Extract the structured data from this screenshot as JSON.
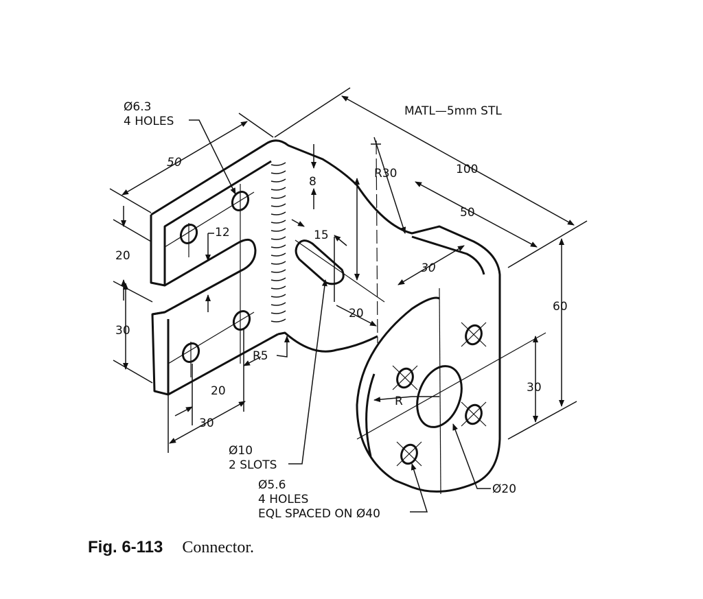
{
  "labels": {
    "material": "MATL—5mm STL",
    "holes_top_dia": "Ø6.3",
    "holes_top_count": "4 HOLES",
    "dim_100": "100",
    "dim_50_top": "50",
    "dim_50_right": "50",
    "dim_60": "60",
    "dim_30_right": "30",
    "dim_r30": "R30",
    "dim_8": "8",
    "dim_15": "15",
    "dim_12": "12",
    "dim_20_left": "20",
    "dim_30_left": "30",
    "dim_30_slot": "30",
    "dim_20_slot": "20",
    "dim_r5": "R5",
    "dim_20_bottom": "20",
    "dim_30_bottom": "30",
    "dim_r": "R",
    "slots_dia": "Ø10",
    "slots_count": "2 SLOTS",
    "holes_bottom_dia": "Ø5.6",
    "holes_bottom_count": "4 HOLES",
    "holes_bottom_spacing": "EQL SPACED ON Ø40",
    "bore_dia": "Ø20"
  },
  "caption": {
    "number": "Fig. 6-113",
    "title": "Connector."
  }
}
